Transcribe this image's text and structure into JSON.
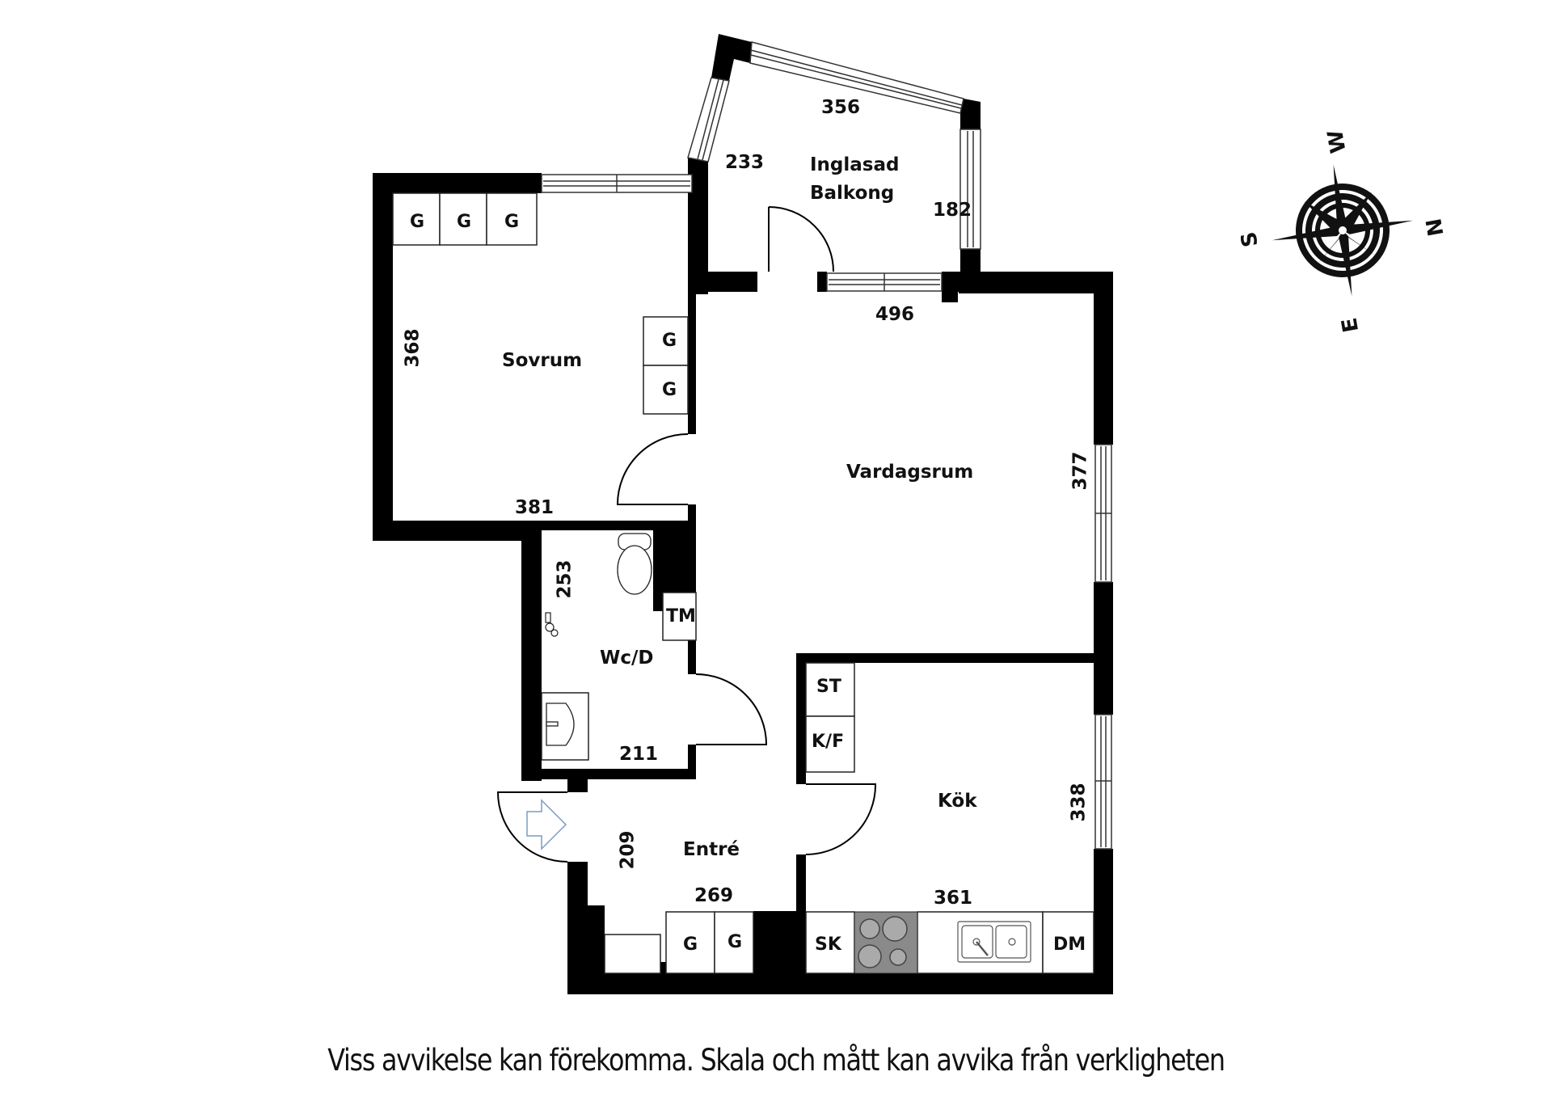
{
  "rooms": {
    "balkong": {
      "name_line1": "Inglasad",
      "name_line2": "Balkong",
      "dim_top": "356",
      "dim_left": "233",
      "dim_right": "182"
    },
    "sovrum": {
      "name": "Sovrum",
      "dim_side": "368",
      "dim_bottom": "381"
    },
    "vardagsrum": {
      "name": "Vardagsrum",
      "dim_top": "496",
      "dim_side": "377"
    },
    "wc": {
      "name": "Wc/D",
      "dim_side": "253",
      "dim_bottom": "211"
    },
    "entre": {
      "name": "Entré",
      "dim_side": "209",
      "dim_bottom": "269"
    },
    "kok": {
      "name": "Kök",
      "dim_side": "338",
      "dim_bottom": "361"
    }
  },
  "fixtures": {
    "sovrum_wardrobes_top": [
      "G",
      "G",
      "G"
    ],
    "sovrum_wardrobes_side": [
      "G",
      "G"
    ],
    "wc_tm": "TM",
    "entre_wardrobes": [
      "G",
      "G"
    ],
    "kok_st": "ST",
    "kok_kf": "K/F",
    "kok_sk": "SK",
    "kok_dm": "DM"
  },
  "compass": {
    "north": "N",
    "south": "S",
    "east": "E",
    "west": "W"
  },
  "colors": {
    "wall": "#000000",
    "stove": "#8a8a8a",
    "entry_arrow": "#7a9cc6"
  },
  "footer": {
    "disclaimer": "Viss avvikelse kan förekomma. Skala och mått kan avvika från verkligheten"
  }
}
